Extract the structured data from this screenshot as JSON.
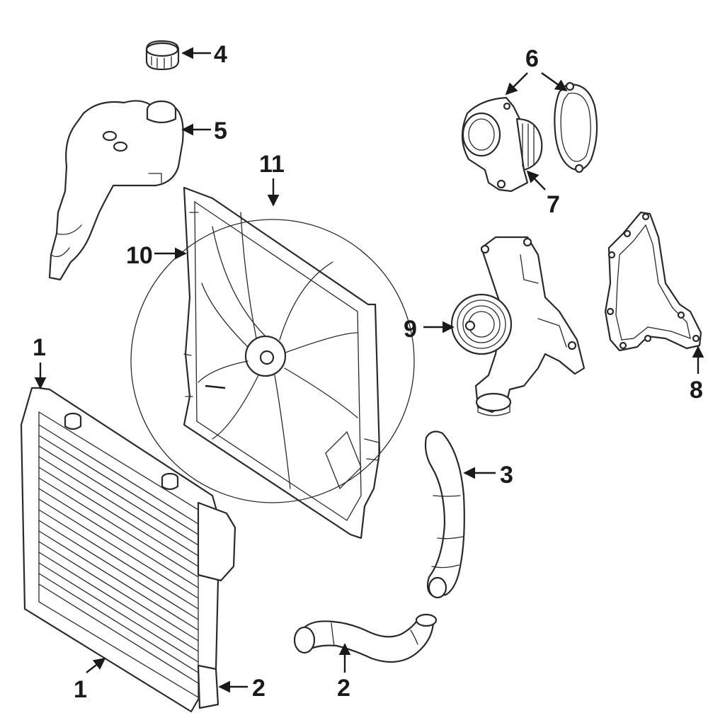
{
  "callouts": {
    "c1_top": "1",
    "c1_bottom": "1",
    "c2_right": "2",
    "c2_bottom": "2",
    "c3": "3",
    "c4": "4",
    "c5": "5",
    "c6": "6",
    "c7": "7",
    "c8": "8",
    "c9": "9",
    "c10": "10",
    "c11": "11"
  },
  "colors": {
    "line": "#2a2a2a",
    "text": "#1a1a1a",
    "background": "#ffffff"
  }
}
